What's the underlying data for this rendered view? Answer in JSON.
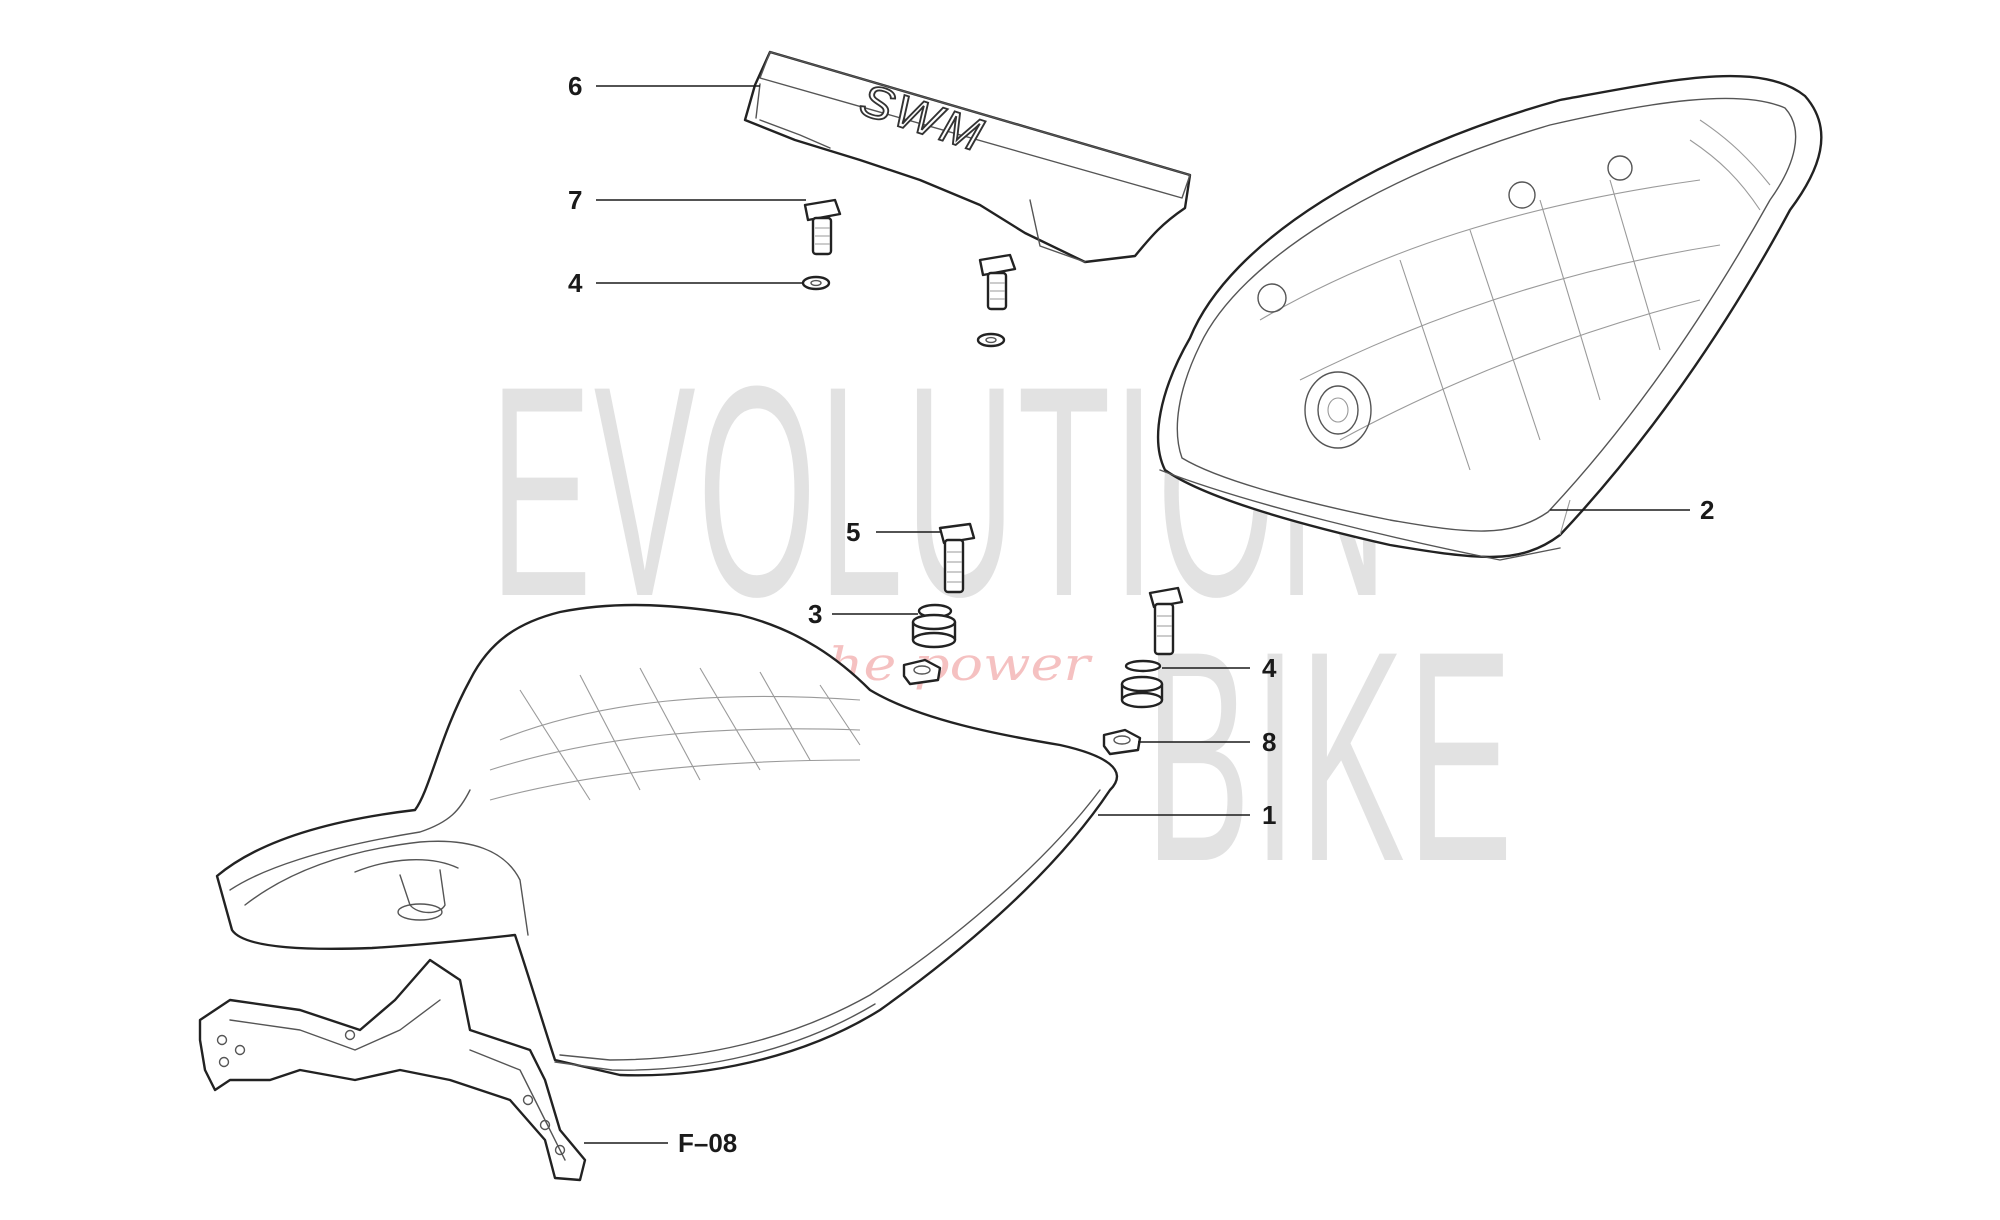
{
  "callouts": [
    {
      "id": "c6",
      "label": "6"
    },
    {
      "id": "c7",
      "label": "7"
    },
    {
      "id": "c4a",
      "label": "4"
    },
    {
      "id": "c2",
      "label": "2"
    },
    {
      "id": "c5",
      "label": "5"
    },
    {
      "id": "c3",
      "label": "3"
    },
    {
      "id": "c4b",
      "label": "4"
    },
    {
      "id": "c8",
      "label": "8"
    },
    {
      "id": "c1",
      "label": "1"
    },
    {
      "id": "cf08",
      "label": "F–08"
    }
  ],
  "watermark": {
    "word1": "EVOLUTION",
    "word2": "BIKE",
    "tagline": "ride the power",
    "colors": {
      "text": "#b9b9b9",
      "tagline": "#e24c4c"
    }
  },
  "logo": {
    "text": "SWM"
  }
}
